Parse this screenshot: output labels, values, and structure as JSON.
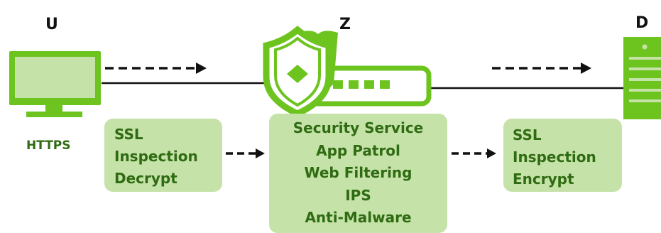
{
  "nodes": {
    "user": {
      "label": "U"
    },
    "zyxel": {
      "label": "Z"
    },
    "destination": {
      "label": "D"
    }
  },
  "protocol_label": "HTTPS",
  "boxes": {
    "decrypt": {
      "lines": [
        "SSL",
        "Inspection",
        "Decrypt"
      ]
    },
    "services": {
      "lines": [
        "Security Service",
        "App Patrol",
        "Web Filtering",
        "IPS",
        "Anti-Malware"
      ]
    },
    "encrypt": {
      "lines": [
        "SSL",
        "Inspection",
        "Encrypt"
      ]
    }
  },
  "colors": {
    "green": "#6ec41f",
    "green_light": "#c5e2a8",
    "green_dark": "#2f6b12",
    "line": "#111111"
  }
}
